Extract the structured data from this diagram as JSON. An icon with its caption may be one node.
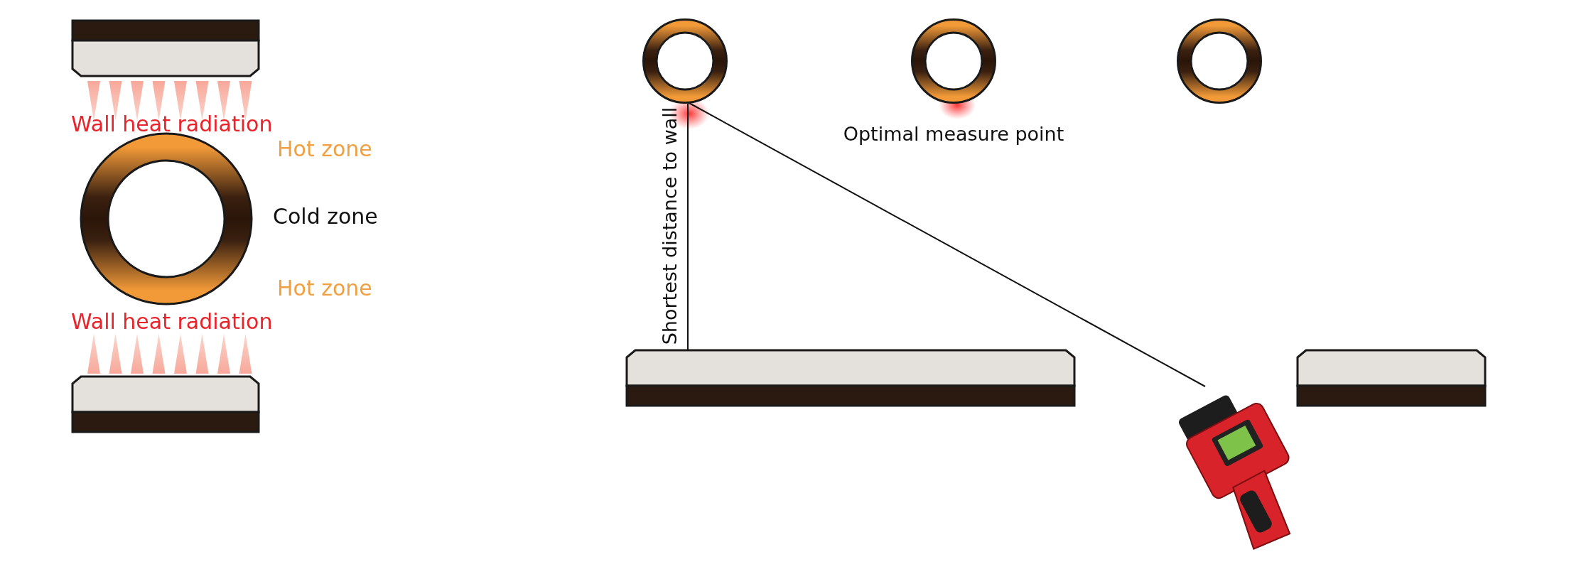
{
  "diagram": {
    "nodes": [
      {
        "text": [],
        "shape": "circle"
      },
      {
        "text": [],
        "shape": "circle",
        "beside": [
          "Optimal measure point"
        ]
      },
      {
        "text": [],
        "shape": "circle"
      },
      {
        "text": [],
        "shape": "picture"
      }
    ],
    "edges": [
      {
        "from": 3,
        "to": 0,
        "arrow": "none"
      }
    ],
    "labels": [
      "Wall heat radiation",
      "Hot zone",
      "Cold zone",
      "Hot zone",
      "Wall heat radiation",
      "Shortest distance to wall"
    ]
  }
}
